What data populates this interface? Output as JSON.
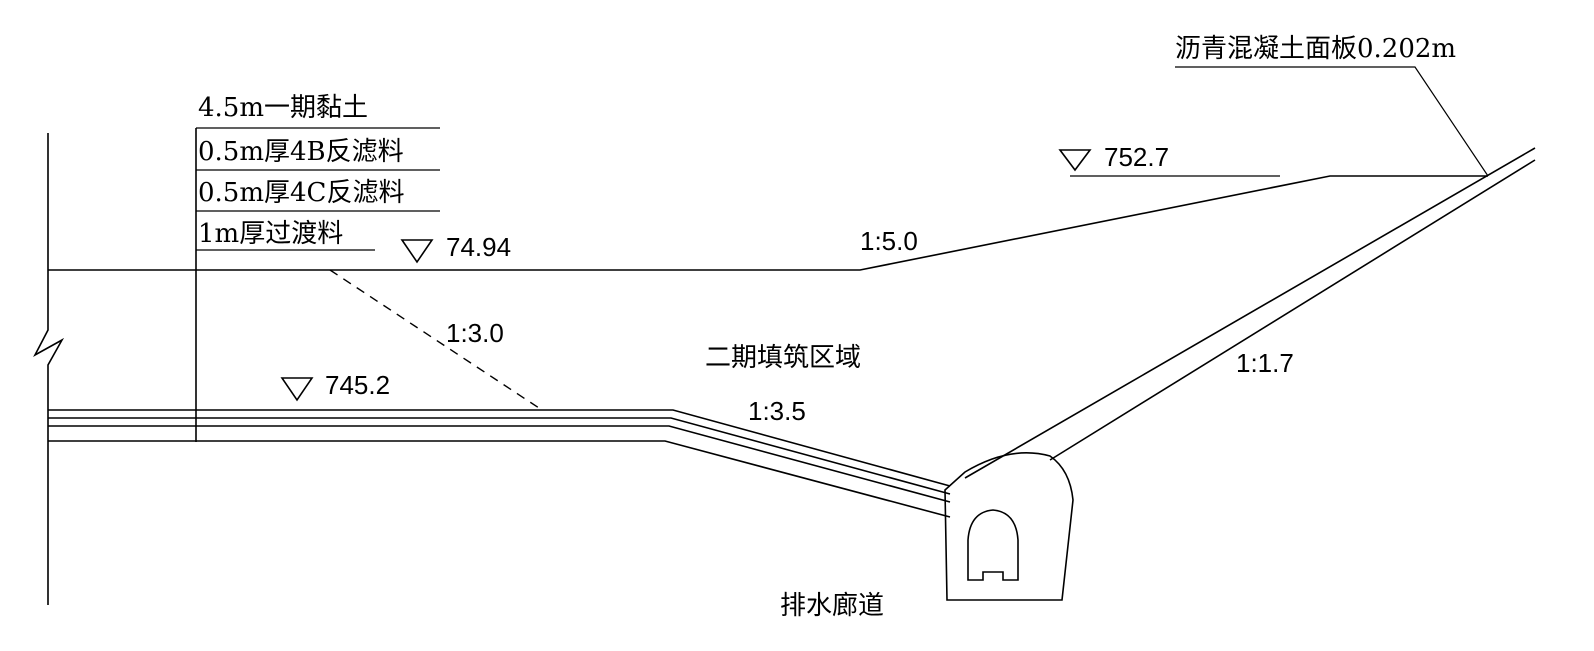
{
  "labels": {
    "asphalt_panel": "沥青混凝土面板0.202m",
    "clay": "4.5m一期黏土",
    "filter_4b": "0.5m厚4B反滤料",
    "filter_4c": "0.5m厚4C反滤料",
    "transition": "1m厚过渡料",
    "phase2_zone": "二期填筑区域",
    "drainage_gallery": "排水廊道"
  },
  "elevations": {
    "top": "752.7",
    "middle": "74.94",
    "bottom": "745.2"
  },
  "slopes": {
    "upper_fill": "1:5.0",
    "dashed": "1:3.0",
    "lower": "1:3.5",
    "face": "1:1.7"
  }
}
